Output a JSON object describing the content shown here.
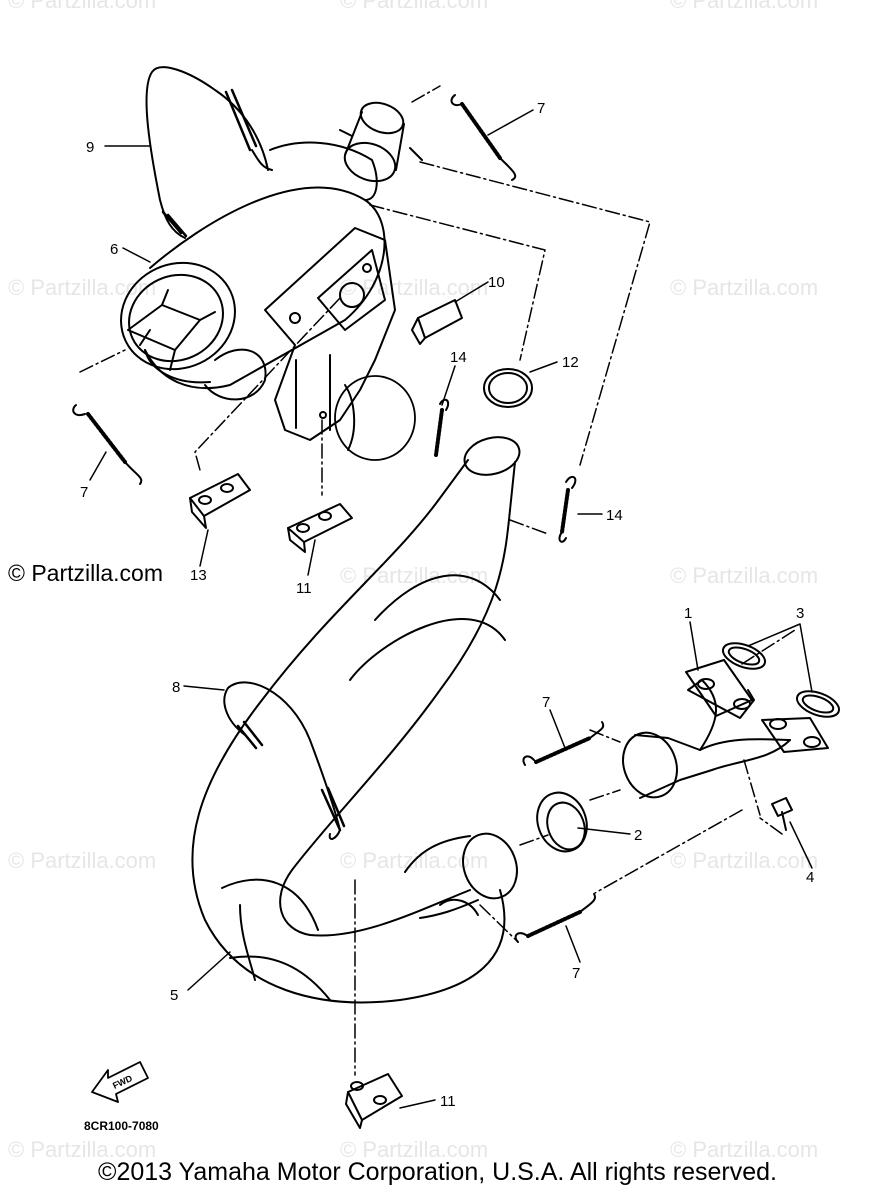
{
  "watermark": {
    "text": "© Partzilla.com",
    "dark_text": "© Partzilla.com"
  },
  "callouts": [
    "1",
    "2",
    "3",
    "4",
    "5",
    "6",
    "7",
    "8",
    "9",
    "10",
    "11",
    "12",
    "13",
    "14"
  ],
  "fwd_label": "FWD",
  "reference_code": "8CR100-7080",
  "copyright": "©2013  Yamaha Motor Corporation, U.S.A. All rights reserved."
}
